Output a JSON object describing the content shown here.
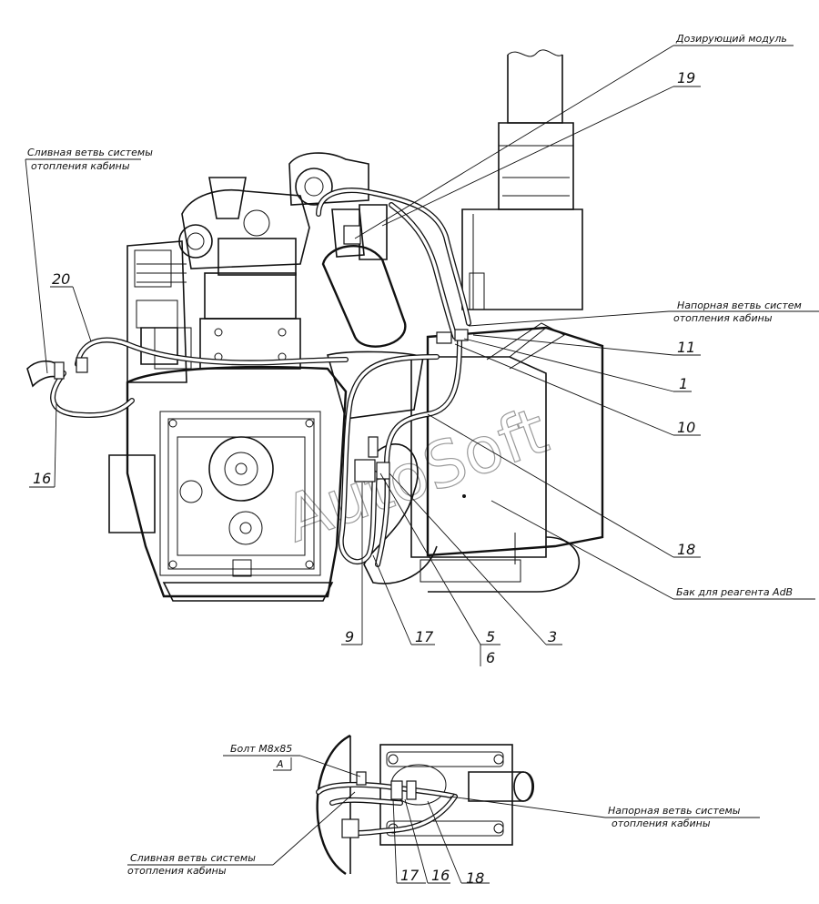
{
  "watermark": "AutoSoft",
  "captions": {
    "dosing_module": "Дозирующий модуль",
    "drain_branch_top_1": "Сливная ветвь системы",
    "drain_branch_top_2": "отопления кабины",
    "pressure_branch_right_1": "Напорная ветвь систем",
    "pressure_branch_right_2": "отопления кабины",
    "tank": "Бак для   реагента AdB",
    "bolt": "Болт М8х85",
    "view_a": "А",
    "pressure_branch_bottom_1": "Напорная ветвь системы",
    "pressure_branch_bottom_2": "отопления кабины",
    "drain_branch_bottom_1": "Сливная ветвь системы",
    "drain_branch_bottom_2": "отопления кабины"
  },
  "callouts": {
    "n19": "19",
    "n20": "20",
    "n16": "16",
    "n11": "11",
    "n1": "1",
    "n10": "10",
    "n18": "18",
    "n9": "9",
    "n17": "17",
    "n5": "5",
    "n6": "6",
    "n3": "3",
    "d17": "17",
    "d16": "16",
    "d18": "18"
  }
}
